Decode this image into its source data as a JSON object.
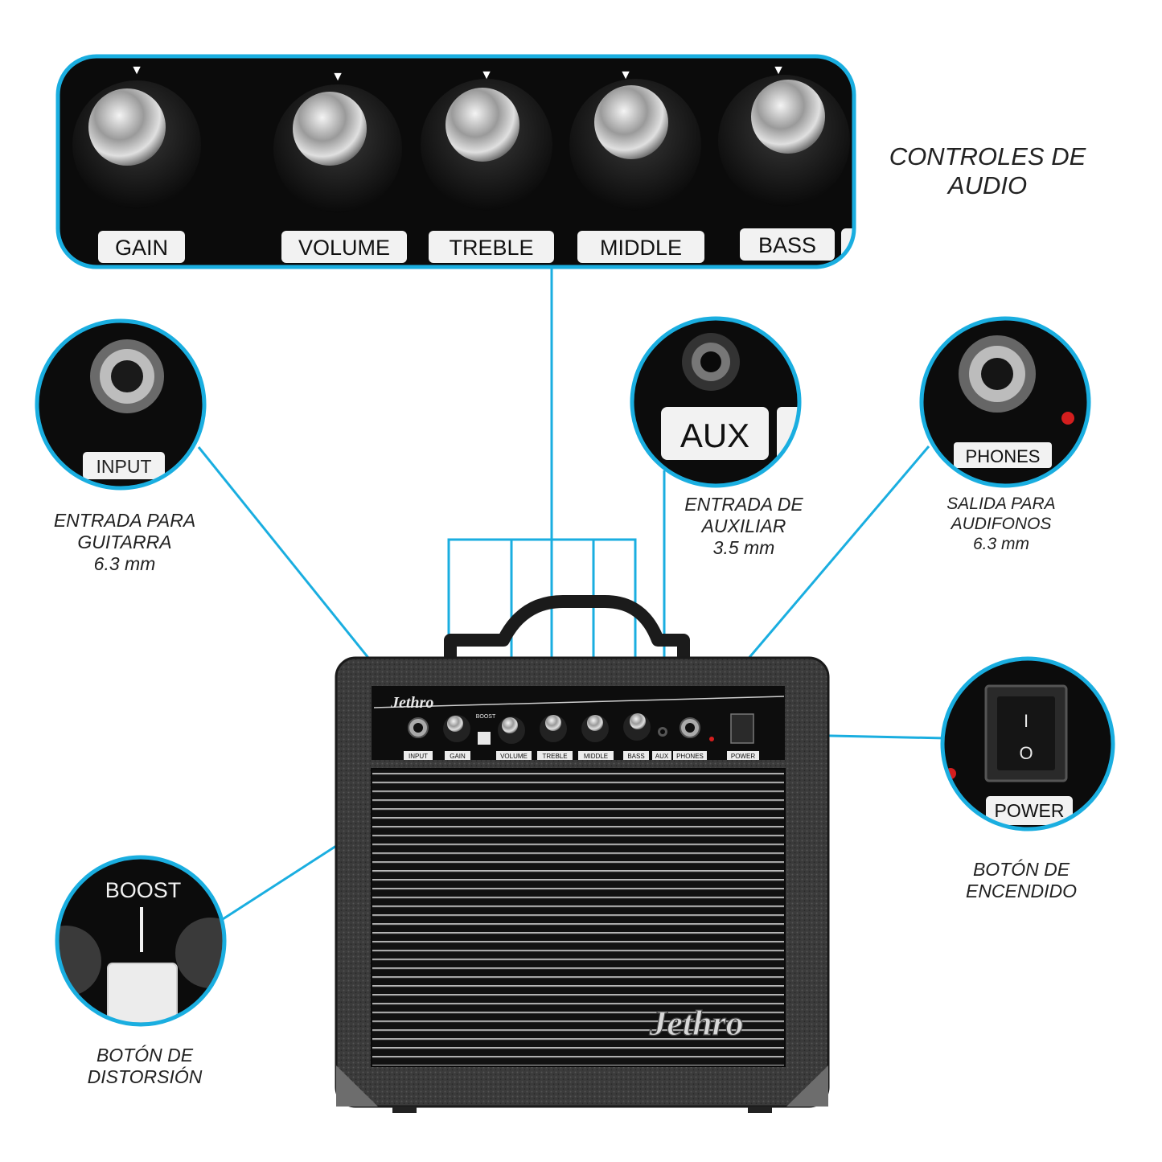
{
  "brand": "Jethro",
  "colors": {
    "accent": "#1aaee0",
    "panel": "#0c0c0c",
    "cabinet": "#3a3a3a",
    "label_bg": "#f2f2f2",
    "led": "#d41e1e"
  },
  "zoom_controls": {
    "labels": [
      "GAIN",
      "VOLUME",
      "TREBLE",
      "MIDDLE",
      "BASS"
    ]
  },
  "zoom_input": {
    "label": "INPUT"
  },
  "zoom_aux": {
    "label": "AUX"
  },
  "zoom_phones": {
    "label": "PHONES"
  },
  "zoom_power": {
    "label": "POWER",
    "switch_on": "I",
    "switch_off": "O"
  },
  "zoom_boost": {
    "label": "BOOST"
  },
  "amp_panel": {
    "labels": [
      "INPUT",
      "GAIN",
      "VOLUME",
      "TREBLE",
      "MIDDLE",
      "BASS",
      "AUX",
      "PHONES",
      "POWER"
    ],
    "boost_label": "BOOST"
  },
  "captions": {
    "controls": [
      "CONTROLES DE",
      "AUDIO"
    ],
    "input": [
      "ENTRADA PARA",
      "GUITARRA",
      "6.3 mm"
    ],
    "aux": [
      "ENTRADA DE",
      "AUXILIAR",
      "3.5 mm"
    ],
    "phones": [
      "SALIDA PARA",
      "AUDIFONOS",
      "6.3 mm"
    ],
    "power": [
      "BOTÓN DE",
      "ENCENDIDO"
    ],
    "boost": [
      "BOTÓN DE",
      "DISTORSIÓN"
    ]
  }
}
